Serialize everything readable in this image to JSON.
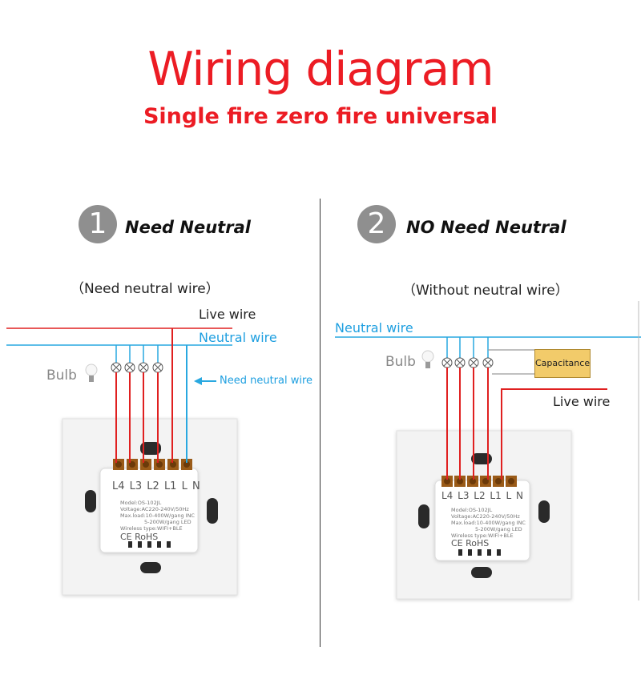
{
  "header": {
    "title": "Wiring diagram",
    "subtitle": "Single fire zero fire universal"
  },
  "left": {
    "number": "1",
    "heading": "Need Neutral",
    "paren": "（Need neutral wire）",
    "live_wire": "Live wire",
    "neutral_wire": "Neutral wire",
    "bulb": "Bulb",
    "note": "Need neutral wire",
    "terminals": "L4 L3 L2 L1 L N",
    "spec": {
      "model": "Model:OS-102JL",
      "voltage": "Voltage:AC220-240V/50Hz",
      "maxload": "Max.load:10-400W/gang  INC",
      "led": "5-200W/gang  LED",
      "wireless": "Wireless type:WIFI+BLE"
    },
    "marks": "CE RoHS"
  },
  "right": {
    "number": "2",
    "heading": "NO Need Neutral",
    "paren": "（Without neutral wire）",
    "neutral_wire": "Neutral wire",
    "bulb": "Bulb",
    "capacitance": "Capacitance",
    "live_wire": "Live wire",
    "terminals": "L4 L3 L2 L1 L N",
    "spec": {
      "model": "Model:OS-102JL",
      "voltage": "Voltage:AC220-240V/50Hz",
      "maxload": "Max.load:10-400W/gang  INC",
      "led": "5-200W/gang  LED",
      "wireless": "Wireless type:WIFI+BLE"
    },
    "marks": "CE RoHS"
  },
  "colors": {
    "title_red": "#ec1c24",
    "live_red": "#e02020",
    "neutral_blue": "#29a8e0",
    "circle_gray": "#8f8f8f"
  }
}
